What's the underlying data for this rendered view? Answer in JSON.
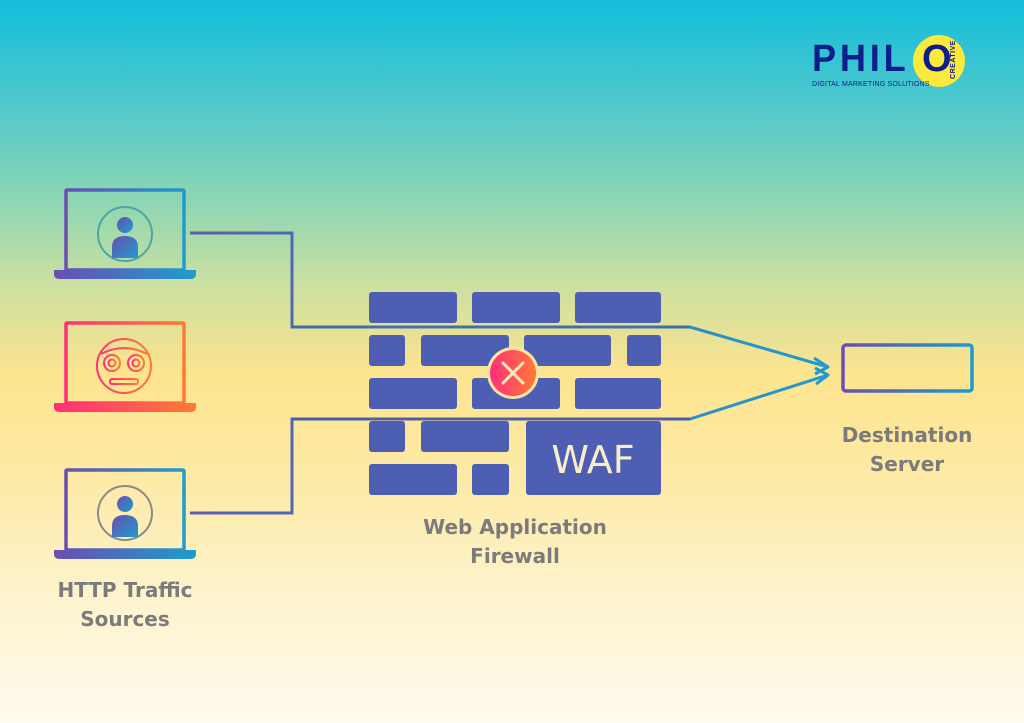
{
  "logo": {
    "brand": "PHIL",
    "brand_o": "O",
    "sub_brand": "CREATIVE",
    "tagline": "DIGITAL MARKETING SOLUTIONS"
  },
  "sources": {
    "label_line1": "HTTP Traffic",
    "label_line2": "Sources",
    "items": [
      {
        "type": "user",
        "icon": "user-icon",
        "status": "allowed"
      },
      {
        "type": "bot",
        "icon": "bot-icon",
        "status": "blocked"
      },
      {
        "type": "user",
        "icon": "user-icon",
        "status": "allowed"
      }
    ]
  },
  "firewall": {
    "badge": "WAF",
    "label_line1": "Web Application",
    "label_line2": "Firewall",
    "block_icon": "x-circle-icon"
  },
  "destination": {
    "label_line1": "Destination",
    "label_line2": "Server",
    "icon": "server-icon"
  },
  "colors": {
    "wall_brick": "#4d5eb3",
    "allowed_line_start": "#6a4fb0",
    "allowed_line_end": "#1f9bcf",
    "blocked_line": "#ff3d6a",
    "label_text": "#7b7b7b",
    "logo_blue": "#0d1d8c",
    "logo_yellow": "#fbe93c"
  }
}
